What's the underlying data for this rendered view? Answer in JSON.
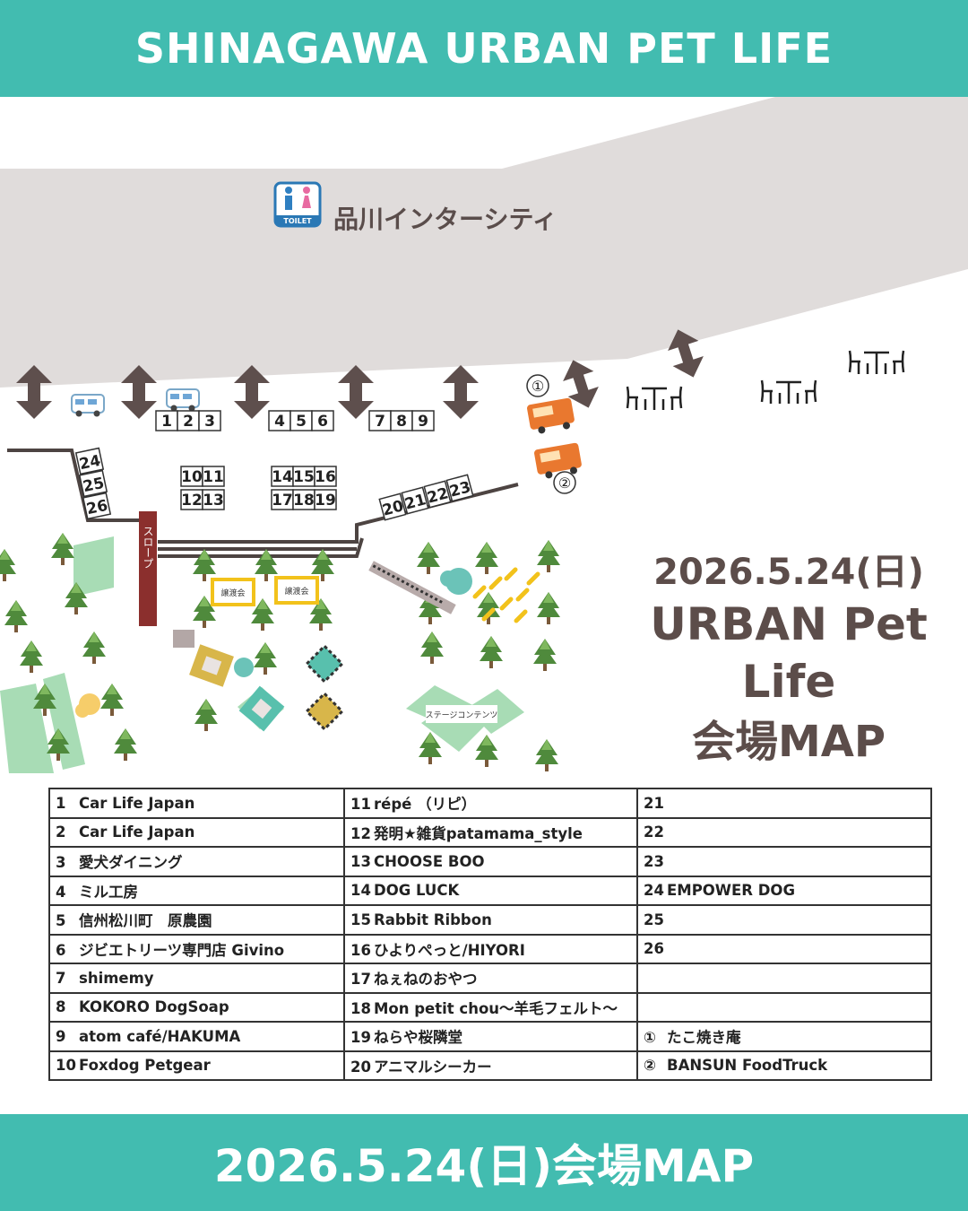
{
  "header": {
    "title": "SHINAGAWA URBAN PET LIFE"
  },
  "footer": {
    "title": "2026.5.24(日)会場MAP"
  },
  "map": {
    "building_label": "品川インターシティ",
    "toilet_label": "TOILET",
    "slope_label": "スロープ",
    "adoption_label": "譲渡会",
    "stage_label": "ステージコンテンツ",
    "booths": [
      "1",
      "2",
      "3",
      "4",
      "5",
      "6",
      "7",
      "8",
      "9",
      "10",
      "11",
      "12",
      "13",
      "14",
      "15",
      "16",
      "17",
      "18",
      "19",
      "20",
      "21",
      "22",
      "23",
      "24",
      "25",
      "26"
    ],
    "foodtrucks": [
      "①",
      "②"
    ],
    "title_date": "2026.5.24(日)",
    "title_event": "URBAN Pet Life",
    "title_map": "会場MAP"
  },
  "legend": {
    "rows": [
      [
        {
          "n": "1",
          "name": "Car Life Japan"
        },
        {
          "n": "11",
          "name": "répé （リピ）"
        },
        {
          "n": "21",
          "name": ""
        }
      ],
      [
        {
          "n": "2",
          "name": "Car Life Japan"
        },
        {
          "n": "12",
          "name": "発明★雑貨patamama_style"
        },
        {
          "n": "22",
          "name": ""
        }
      ],
      [
        {
          "n": "3",
          "name": "愛犬ダイニング"
        },
        {
          "n": "13",
          "name": "CHOOSE BOO"
        },
        {
          "n": "23",
          "name": ""
        }
      ],
      [
        {
          "n": "4",
          "name": "ミル工房"
        },
        {
          "n": "14",
          "name": "DOG LUCK"
        },
        {
          "n": "24",
          "name": "EMPOWER DOG"
        }
      ],
      [
        {
          "n": "5",
          "name": "信州松川町　原農園"
        },
        {
          "n": "15",
          "name": "Rabbit Ribbon"
        },
        {
          "n": "25",
          "name": ""
        }
      ],
      [
        {
          "n": "6",
          "name": "ジビエトリーツ専門店 Givino"
        },
        {
          "n": "16",
          "name": "ひよりぺっと/HIYORI"
        },
        {
          "n": "26",
          "name": ""
        }
      ],
      [
        {
          "n": "7",
          "name": "shimemy"
        },
        {
          "n": "17",
          "name": "ねぇねのおやつ"
        },
        {
          "n": "",
          "name": ""
        }
      ],
      [
        {
          "n": "8",
          "name": "KOKORO DogSoap"
        },
        {
          "n": "18",
          "name": "Mon petit chou～羊毛フェルト～"
        },
        {
          "n": "",
          "name": ""
        }
      ],
      [
        {
          "n": "9",
          "name": "atom café/HAKUMA"
        },
        {
          "n": "19",
          "name": "ねらや桜隣堂"
        },
        {
          "n": "①",
          "name": "たこ焼き庵"
        }
      ],
      [
        {
          "n": "10",
          "name": "Foxdog Petgear"
        },
        {
          "n": "20",
          "name": "アニマルシーカー"
        },
        {
          "n": "②",
          "name": "BANSUN  FoodTruck"
        }
      ]
    ]
  },
  "colors": {
    "banner": "#42bcb0",
    "building": "#e0dcdb",
    "arrow": "#5e4f4d",
    "slope": "#8b2f2d",
    "tree": "#4f8a3c",
    "lawn": "#a8dcb5"
  }
}
